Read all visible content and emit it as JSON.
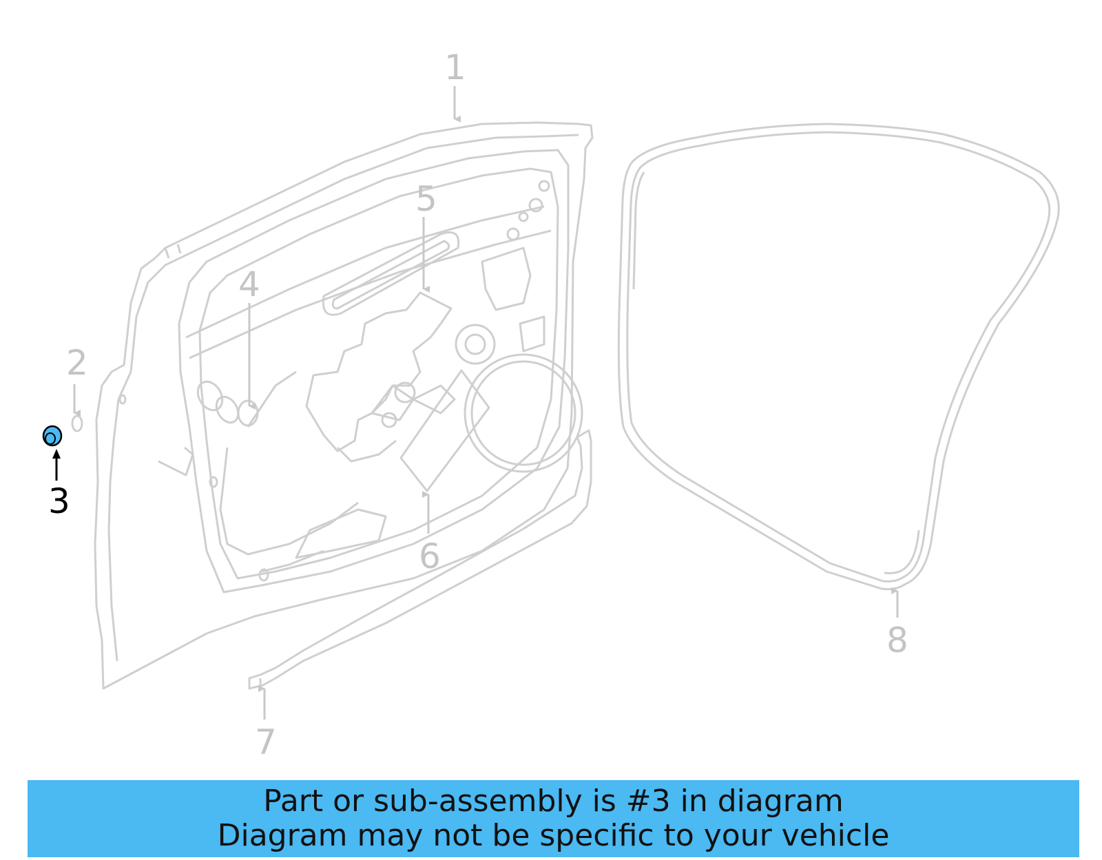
{
  "diagram": {
    "callouts": [
      {
        "id": "1",
        "label": "1"
      },
      {
        "id": "2",
        "label": "2"
      },
      {
        "id": "3",
        "label": "3",
        "highlighted": true
      },
      {
        "id": "4",
        "label": "4"
      },
      {
        "id": "5",
        "label": "5"
      },
      {
        "id": "6",
        "label": "6"
      },
      {
        "id": "7",
        "label": "7"
      },
      {
        "id": "8",
        "label": "8"
      }
    ],
    "colors": {
      "line": "#cccccc",
      "highlight_part": "#4bb9f2",
      "highlight_text": "#000000",
      "banner_bg": "#4bb9f2"
    }
  },
  "banner": {
    "line1": "Part or sub-assembly is #3 in diagram",
    "line2": "Diagram may not be specific to your vehicle"
  }
}
